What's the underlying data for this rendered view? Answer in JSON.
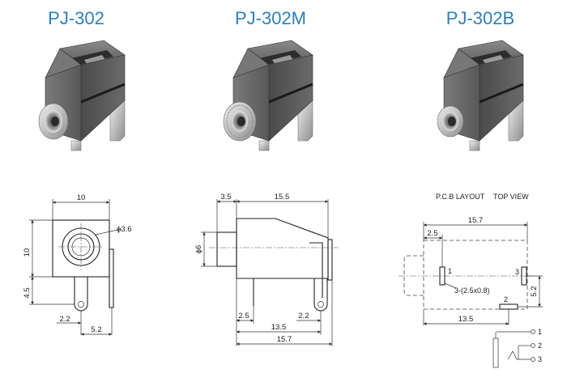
{
  "titles": [
    "PJ-302",
    "PJ-302M",
    "PJ-302B"
  ],
  "colors": {
    "title": "#2f7fb8",
    "jack_body": "#5a5a5a",
    "metal": "#c8c8c8",
    "line": "#222222"
  },
  "drawing_302": {
    "dim_width": "10",
    "dim_hole": "3.6",
    "dim_height": "10",
    "dim_pin": "4.5",
    "dim_offset": "2.2",
    "dim_spacing": "5.2"
  },
  "drawing_302m": {
    "dim_front": "3.5",
    "dim_body": "15.5",
    "dim_dia": "6",
    "dim_pin_a": "2.5",
    "dim_pin_b": "2.2",
    "dim_pins": "13.5",
    "dim_total": "15.7"
  },
  "pcb_layout": {
    "heading_left": "P.C.B LAYOUT",
    "heading_right": "TOP VIEW",
    "dim_total": "15.7",
    "dim_offset": "2.5",
    "dim_bottom": "13.5",
    "dim_side": "5.2",
    "pad_1": "1",
    "pad_2": "2",
    "pad_3": "3",
    "pad_note": "3-(2.5x0.8)"
  },
  "schematic": {
    "pin_1": "1",
    "pin_2": "2",
    "pin_3": "3"
  }
}
